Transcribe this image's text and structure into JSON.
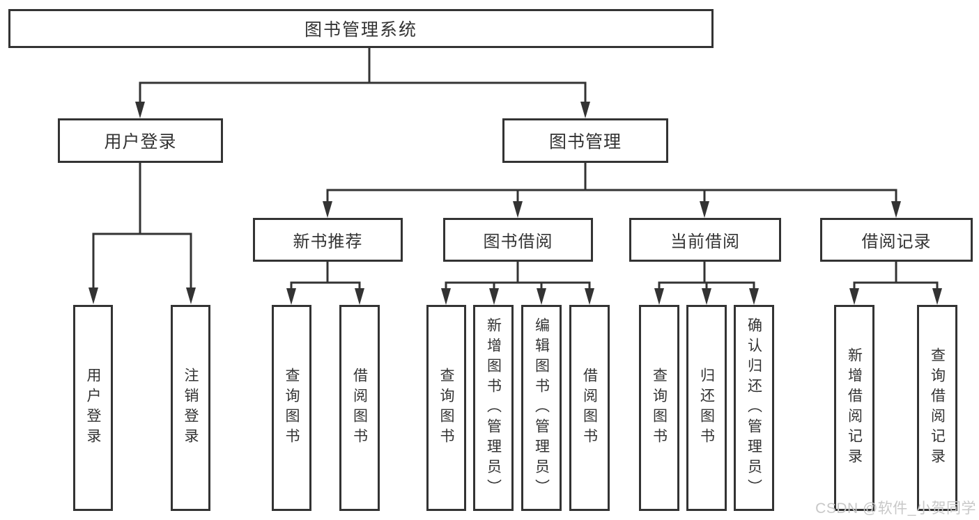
{
  "tree": {
    "root": {
      "label": "图书管理系统"
    },
    "children": [
      {
        "label": "用户登录",
        "children": [
          {
            "label": "用户登录"
          },
          {
            "label": "注销登录"
          }
        ]
      },
      {
        "label": "图书管理",
        "children": [
          {
            "label": "新书推荐",
            "children": [
              {
                "label": "查询图书"
              },
              {
                "label": "借阅图书"
              }
            ]
          },
          {
            "label": "图书借阅",
            "children": [
              {
                "label": "查询图书"
              },
              {
                "label": "新增图书（管理员）"
              },
              {
                "label": "编辑图书（管理员）"
              },
              {
                "label": "借阅图书"
              }
            ]
          },
          {
            "label": "当前借阅",
            "children": [
              {
                "label": "查询图书"
              },
              {
                "label": "归还图书"
              },
              {
                "label": "确认归还（管理员）"
              }
            ]
          },
          {
            "label": "借阅记录",
            "children": [
              {
                "label": "新增借阅记录"
              },
              {
                "label": "查询借阅记录"
              }
            ]
          }
        ]
      }
    ]
  },
  "watermark": {
    "text": "CSDN @软件_小贺同学"
  },
  "colors": {
    "line": "#333333",
    "text": "#333333",
    "background": "#ffffff",
    "watermark": "#c8c8c8"
  }
}
